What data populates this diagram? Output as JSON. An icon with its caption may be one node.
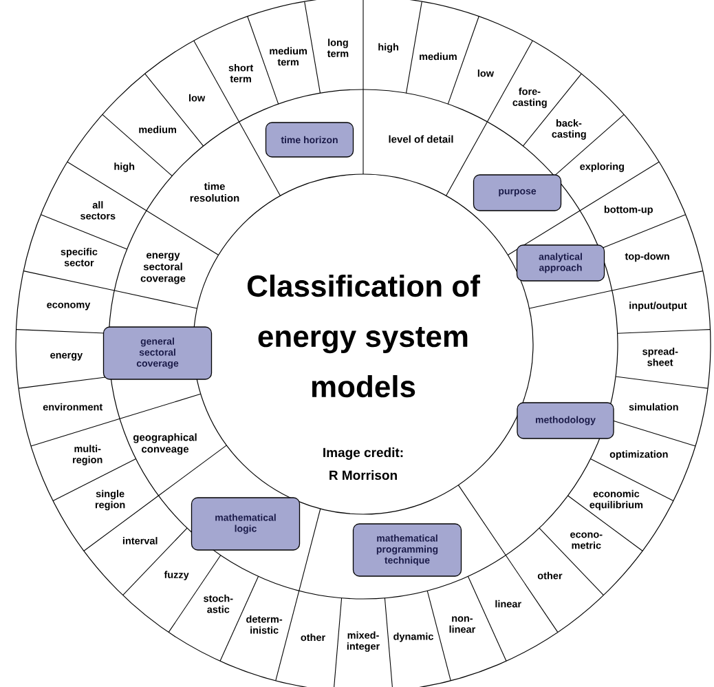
{
  "diagram": {
    "nodes": [
      {
        "text": [
          "Classification of energy system models",
          "Image credit: R Morrison"
        ]
      },
      {
        "text": [
          "level of detail"
        ]
      },
      {
        "text": [
          "purpose"
        ]
      },
      {
        "text": [
          "analytical approach"
        ]
      },
      {
        "text": [
          "methodology"
        ]
      },
      {
        "text": [
          "mathematical programming technique"
        ]
      },
      {
        "text": [
          "mathematical logic"
        ]
      },
      {
        "text": [
          "geographical conveage"
        ]
      },
      {
        "text": [
          "general sectoral coverage"
        ]
      },
      {
        "text": [
          "energy sectoral coverage"
        ]
      },
      {
        "text": [
          "time resolution"
        ]
      },
      {
        "text": [
          "time horizon"
        ]
      },
      {
        "text": [
          "high"
        ]
      },
      {
        "text": [
          "medium"
        ]
      },
      {
        "text": [
          "low"
        ]
      },
      {
        "text": [
          "fore-casting"
        ]
      },
      {
        "text": [
          "back-casting"
        ]
      },
      {
        "text": [
          "exploring"
        ]
      },
      {
        "text": [
          "bottom-up"
        ]
      },
      {
        "text": [
          "top-down"
        ]
      },
      {
        "text": [
          "input/output"
        ]
      },
      {
        "text": [
          "spread-sheet"
        ]
      },
      {
        "text": [
          "simulation"
        ]
      },
      {
        "text": [
          "optimization"
        ]
      },
      {
        "text": [
          "economic equilibrium"
        ]
      },
      {
        "text": [
          "econo-metric"
        ]
      },
      {
        "text": [
          "other"
        ]
      },
      {
        "text": [
          "linear"
        ]
      },
      {
        "text": [
          "non-linear"
        ]
      },
      {
        "text": [
          "dynamic"
        ]
      },
      {
        "text": [
          "mixed-integer"
        ]
      },
      {
        "text": [
          "other"
        ]
      },
      {
        "text": [
          "determ-inistic"
        ]
      },
      {
        "text": [
          "stoch-astic"
        ]
      },
      {
        "text": [
          "fuzzy"
        ]
      },
      {
        "text": [
          "interval"
        ]
      },
      {
        "text": [
          "single region"
        ]
      },
      {
        "text": [
          "multi-region"
        ]
      },
      {
        "text": [
          "environment"
        ]
      },
      {
        "text": [
          "energy"
        ]
      },
      {
        "text": [
          "economy"
        ]
      },
      {
        "text": [
          "specific sector"
        ]
      },
      {
        "text": [
          "all sectors"
        ]
      },
      {
        "text": [
          "high"
        ]
      },
      {
        "text": [
          "medium"
        ]
      },
      {
        "text": [
          "low"
        ]
      },
      {
        "text": [
          "short term"
        ]
      },
      {
        "text": [
          "medium term"
        ]
      },
      {
        "text": [
          "long term"
        ]
      }
    ]
  }
}
